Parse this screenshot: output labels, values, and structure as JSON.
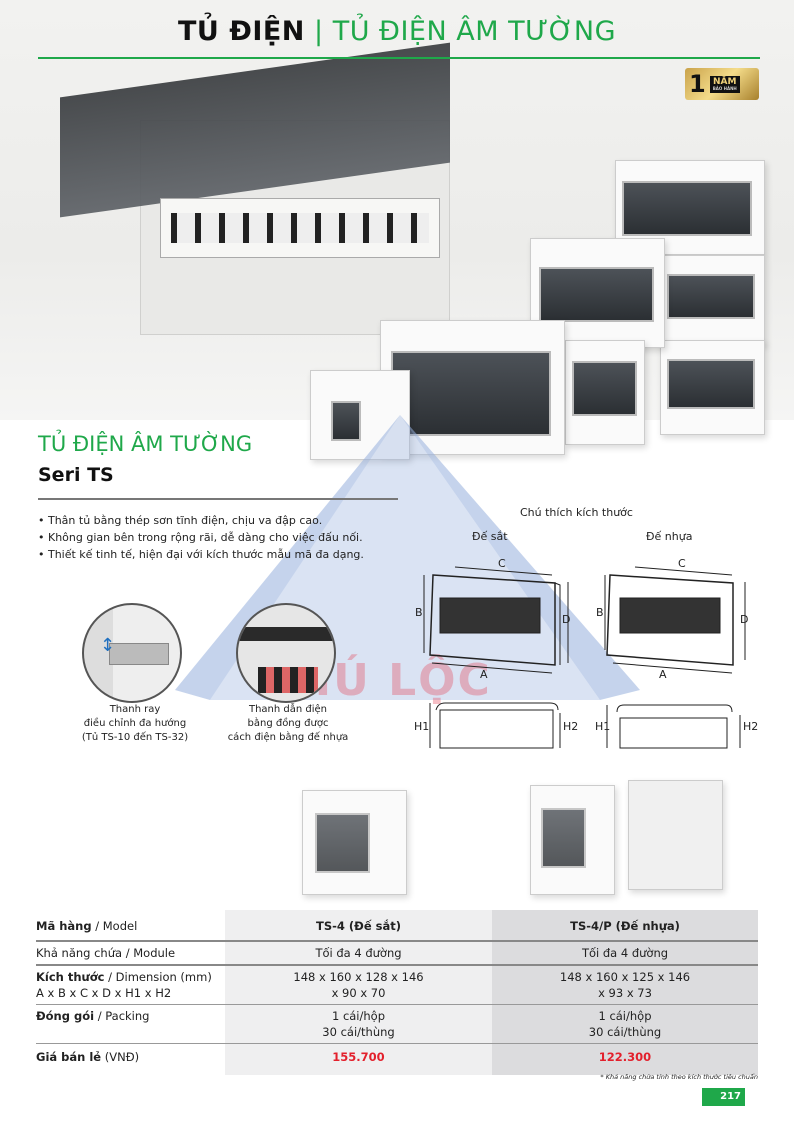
{
  "header": {
    "title_bold": "TỦ ĐIỆN",
    "separator": "|",
    "title_green": "TỦ ĐIỆN ÂM TƯỜNG"
  },
  "badge": {
    "number": "1",
    "line1": "NĂM",
    "line2": "BẢO HÀNH"
  },
  "section": {
    "title": "TỦ ĐIỆN ÂM TƯỜNG",
    "subtitle": "Seri TS",
    "bullets": [
      "• Thân tủ bằng thép sơn tĩnh điện, chịu va đập cao.",
      "• Không gian bên trong rộng rãi, dễ dàng cho việc đấu nối.",
      "• Thiết kế tinh tế, hiện đại với kích thước mẫu mã đa dạng."
    ]
  },
  "features": [
    {
      "lines": [
        "Thanh ray",
        "điều chỉnh đa hướng",
        "(Tủ TS-10 đến TS-32)"
      ]
    },
    {
      "lines": [
        "Thanh dẫn điện",
        "bằng đồng được",
        "cách điện bằng đế nhựa"
      ]
    }
  ],
  "dimension_diagram": {
    "title": "Chú thích kích thước",
    "variants": [
      "Đế sắt",
      "Đế nhựa"
    ],
    "labels": {
      "a": "A",
      "b": "B",
      "c": "C",
      "d": "D",
      "h1": "H1",
      "h2": "H2"
    }
  },
  "watermark": "PHÚ LỘC",
  "table": {
    "rows": [
      {
        "label_bold": "Mã hàng",
        "label": " / Model",
        "v1": "TS-4 (Đế sắt)",
        "v2": "TS-4/P (Đế nhựa)"
      },
      {
        "label_bold": "",
        "label": "Khả năng chứa / Module",
        "v1": "Tối đa 4 đường",
        "v2": "Tối đa 4 đường"
      },
      {
        "label_bold": "Kích thước",
        "label": " / Dimension (mm)",
        "label2": "A x B x C x D x H1 x H2",
        "v1": "148 x 160 x 128 x 146",
        "v1b": "x 90 x 70",
        "v2": "148 x 160 x 125 x 146",
        "v2b": "x 93 x 73"
      },
      {
        "label_bold": "Đóng gói",
        "label": " / Packing",
        "v1": "1 cái/hộp",
        "v1b": "30 cái/thùng",
        "v2": "1 cái/hộp",
        "v2b": "30 cái/thùng"
      },
      {
        "label_bold": "Giá bán lẻ",
        "label": " (VNĐ)",
        "v1": "155.700",
        "v2": "122.300"
      }
    ]
  },
  "footnote": "* Khả năng chứa tính theo kích thước tiêu chuẩn",
  "page_number": "217",
  "colors": {
    "brand_green": "#1fa84a",
    "price_red": "#e3202c"
  }
}
